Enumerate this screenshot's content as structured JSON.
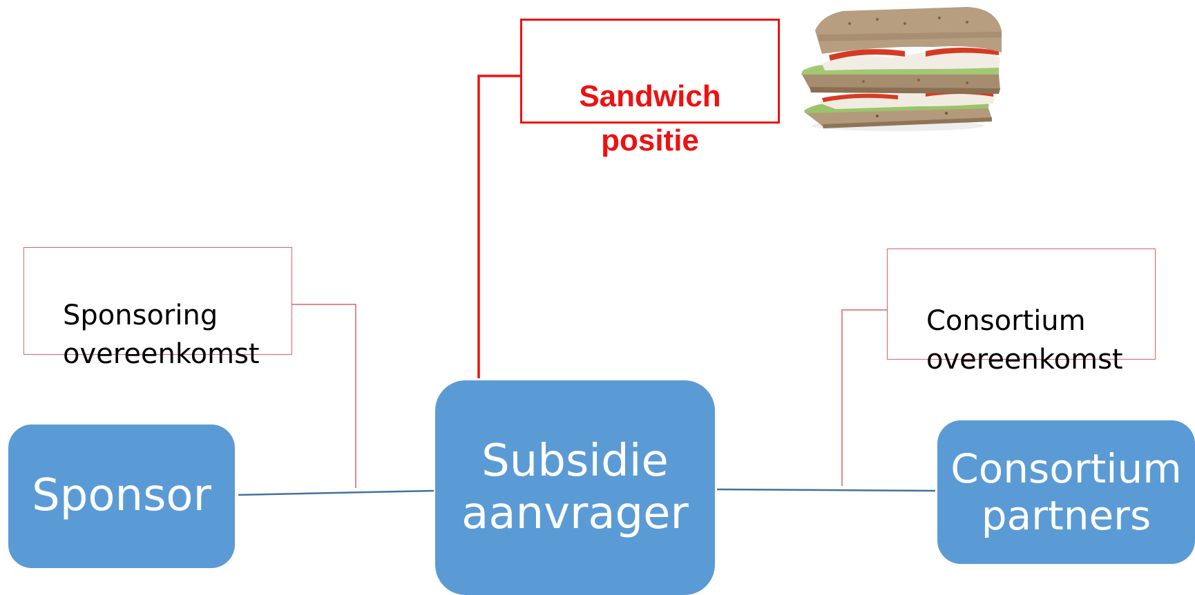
{
  "nodes": {
    "sponsor": "Sponsor",
    "main": "Subsidie\naanvrager",
    "partners": "Consortium\npartners"
  },
  "labels": {
    "sponsoring": "Sponsoring\novereenkomst",
    "consortium": "Consortium\novereenkomst",
    "sandwich": "Sandwich\npositie"
  },
  "colors": {
    "node_fill": "#5b9bd5",
    "node_text": "#ffffff",
    "connector": "#41719c",
    "relation_line": "#e06060",
    "highlight": "#ee1111"
  },
  "icons": {
    "sandwich": "sandwich-image"
  }
}
